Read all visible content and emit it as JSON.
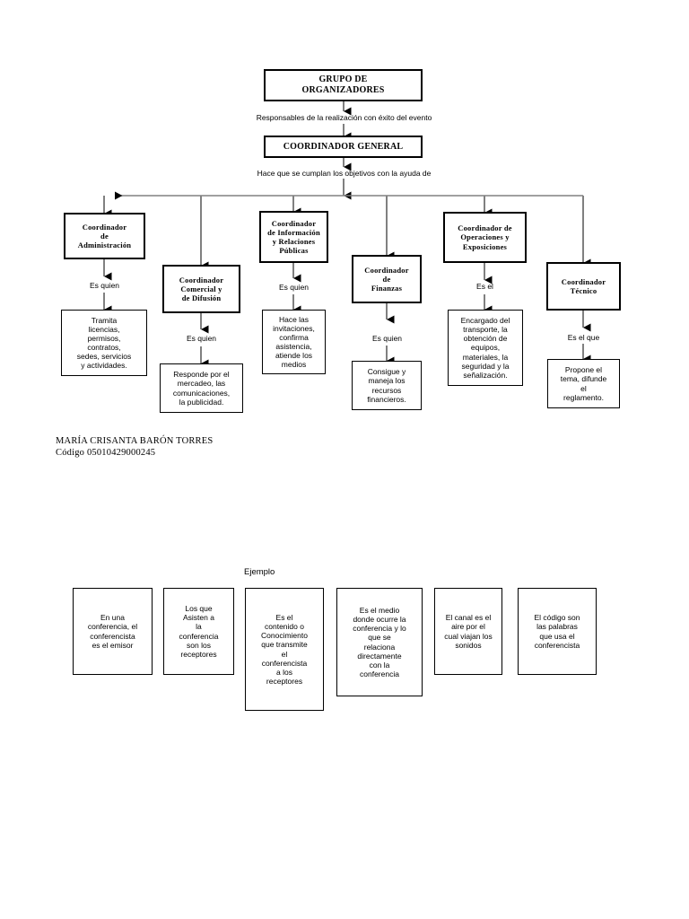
{
  "document": {
    "title": "GRUPO DE ORGANIZADORES",
    "author_block": "MARÍA CRISANTA BARÓN  TORRES\nCódigo 05010429000245",
    "ejemplo_label": "Ejemplo"
  },
  "colors": {
    "ink": "#000000",
    "paper": "#ffffff",
    "wire": "#808080",
    "arrow": "#000000"
  },
  "top": {
    "group_box": "GRUPO DE\nORGANIZADORES",
    "group_caption": "Responsables de la realización con éxito del evento",
    "general_box": "COORDINADOR GENERAL",
    "general_caption": "Hace que se cumplan los objetivos con la ayuda de"
  },
  "branches": [
    {
      "id": "administracion",
      "title": "Coordinador\nde\nAdministración",
      "connector": "Es quien",
      "description": "Tramita\nlicencias,\npermisos,\ncontratos,\nsedes, servicios\ny actividades."
    },
    {
      "id": "comercial",
      "title": "Coordinador\nComercial y\nde Difusión",
      "connector": "Es quien",
      "description": "Responde por el\nmercadeo, las\ncomunicaciones,\nla publicidad."
    },
    {
      "id": "informacion",
      "title": "Coordinador\nde Información\ny Relaciones\nPúblicas",
      "connector": "Es quien",
      "description": "Hace las\ninvitaciones,\nconfirma\nasistencia,\natiende los\nmedios"
    },
    {
      "id": "finanzas",
      "title": "Coordinador\nde\nFinanzas",
      "connector": "Es quien",
      "description": "Consigue y\nmaneja los\nrecursos\nfinancieros."
    },
    {
      "id": "operaciones",
      "title": "Coordinador de\nOperaciones y\nExposiciones",
      "connector": "Es el",
      "description": "Encargado del\ntransporte, la\nobtención de\nequipos,\nmateriales, la\nseguridad y la\nseñalización."
    },
    {
      "id": "tecnico",
      "title": "Coordinador\nTécnico",
      "connector": "Es el que",
      "description": "Propone el\ntema, difunde\nel\nreglamento."
    }
  ],
  "ejemplo": {
    "label": "Ejemplo",
    "cards": [
      {
        "id": "emisor",
        "text": "En una\nconferencia, el\nconferencista\nes el emisor"
      },
      {
        "id": "receptores",
        "text": "Los que\nAsisten a\nla\nconferencia\nson los\nreceptores"
      },
      {
        "id": "mensaje",
        "text": "Es el\ncontenido o\nConocimiento\nque transmite\nel\nconferencista\na los\nreceptores"
      },
      {
        "id": "contexto",
        "text": "Es el medio\ndonde ocurre la\nconferencia y lo\nque se\nrelaciona\ndirectamente\ncon la\nconferencia"
      },
      {
        "id": "canal",
        "text": "El canal es el\naire por el\ncual viajan los\nsonidos"
      },
      {
        "id": "codigo",
        "text": "El código son\nlas palabras\nque usa el\nconferencista"
      }
    ]
  }
}
